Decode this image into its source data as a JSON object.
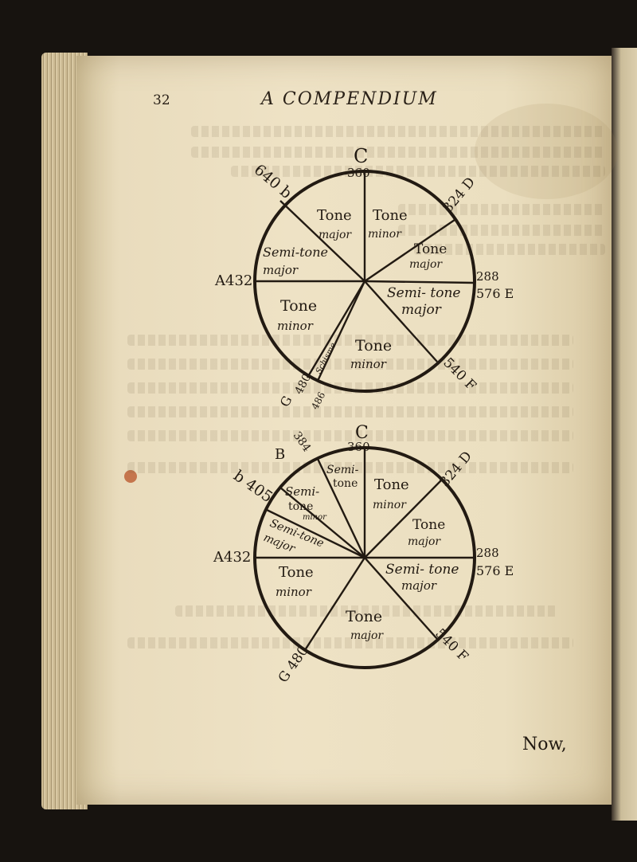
{
  "header": {
    "page_number": "32",
    "running_title": "A COMPENDIUM"
  },
  "circle_1": {
    "top_letter": "C",
    "top_number": "360",
    "left_label": "A432",
    "right_number": "288",
    "right_label": "576 E",
    "upper_left_label": "640 b",
    "upper_right_label": "324 D",
    "lower_left_letter": "G",
    "lower_left_number": "480",
    "lower_left_small": "486",
    "lower_right_label": "540 F",
    "segment_tone_major": [
      "Tone",
      "major"
    ],
    "segment_tone_minor_top": [
      "Tone",
      "minor"
    ],
    "segment_tone_major_right": [
      "Tone",
      "major"
    ],
    "segment_semitone_major_right": [
      "Semi- tone",
      "major"
    ],
    "segment_tone_minor_bottom": [
      "Tone",
      "minor"
    ],
    "segment_tone_minor_left": [
      "Tone",
      "minor"
    ],
    "segment_semitone_major_left": [
      "Semi-tone",
      "major"
    ],
    "segment_sliver": "Schisme"
  },
  "circle_2": {
    "top_letter": "C",
    "top_number": "360",
    "b_label": "B",
    "b_number": "384",
    "left_label": "A432",
    "right_number": "288",
    "right_label": "576 E",
    "upper_left_label": "b 405",
    "upper_right_label": "324 D",
    "lower_left_label": "G 480",
    "lower_right_label": "540 F",
    "segment_semitone_top": [
      "Semi-",
      "tone"
    ],
    "segment_tone_minor_top": [
      "Tone",
      "minor"
    ],
    "segment_semitone_minor_left": [
      "Semi-",
      "tone",
      "minor"
    ],
    "segment_semitone_major_left": [
      "Semi-tone",
      "major"
    ],
    "segment_tone_major_right": [
      "Tone",
      "major"
    ],
    "segment_semitone_major_right": [
      "Semi- tone",
      "major"
    ],
    "segment_tone_major_bottom": [
      "Tone",
      "major"
    ],
    "segment_tone_minor_left": [
      "Tone",
      "minor"
    ]
  },
  "catchword": "Now,"
}
